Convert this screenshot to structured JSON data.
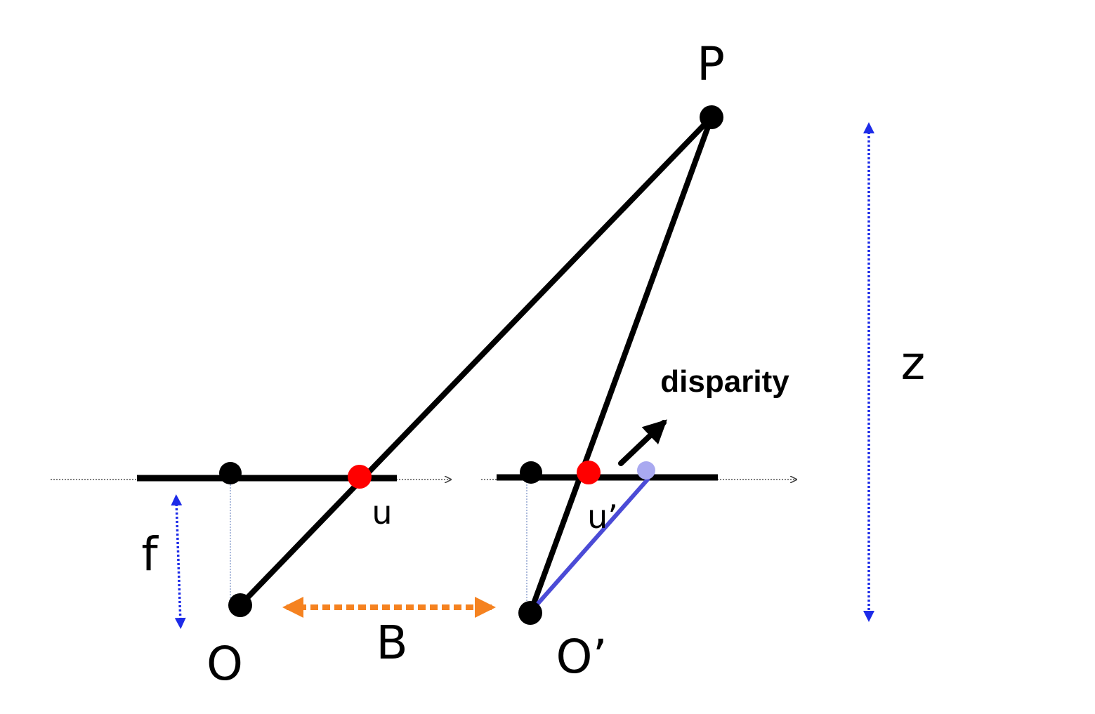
{
  "labels": {
    "point_p": "P",
    "origin_left": "O",
    "origin_right": "O’",
    "image_point_left": "u",
    "image_point_right": "u’",
    "focal_length": "f",
    "baseline": "B",
    "depth": "z",
    "disparity": "disparity"
  },
  "colors": {
    "line": "#000000",
    "image_point": "#ff0000",
    "disparity_point": "#a9a9f0",
    "disparity_line": "#4b4bd6",
    "focal_arrow": "#1d2be8",
    "depth_arrow": "#1d2be8",
    "baseline_arrow": "#f58220",
    "axis": "#555555",
    "guide": "#7f96c8"
  }
}
